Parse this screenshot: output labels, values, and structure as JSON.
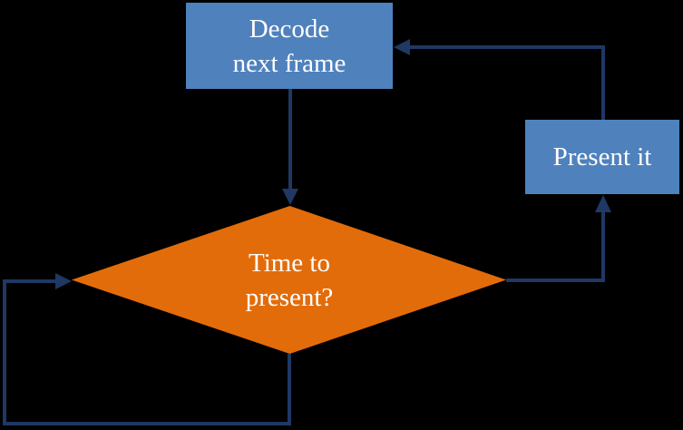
{
  "colors": {
    "background": "#000000",
    "process_fill": "#4F81BD",
    "decision_fill": "#E36C0A",
    "connector": "#1F3864",
    "text": "#FFFFFF"
  },
  "diagram": {
    "type": "flowchart",
    "nodes": {
      "decode": {
        "type": "process",
        "label": "Decode next frame",
        "lines": [
          "Decode",
          "next frame"
        ]
      },
      "decision": {
        "type": "decision",
        "label": "Time to present?",
        "lines": [
          "Time to",
          "present?"
        ]
      },
      "present": {
        "type": "process",
        "label": "Present it",
        "lines": [
          "Present it"
        ]
      }
    },
    "edges": [
      {
        "from": "decode",
        "to": "decision"
      },
      {
        "from": "decision",
        "to": "present"
      },
      {
        "from": "present",
        "to": "decode"
      },
      {
        "from": "decision",
        "to": "decision"
      }
    ]
  }
}
